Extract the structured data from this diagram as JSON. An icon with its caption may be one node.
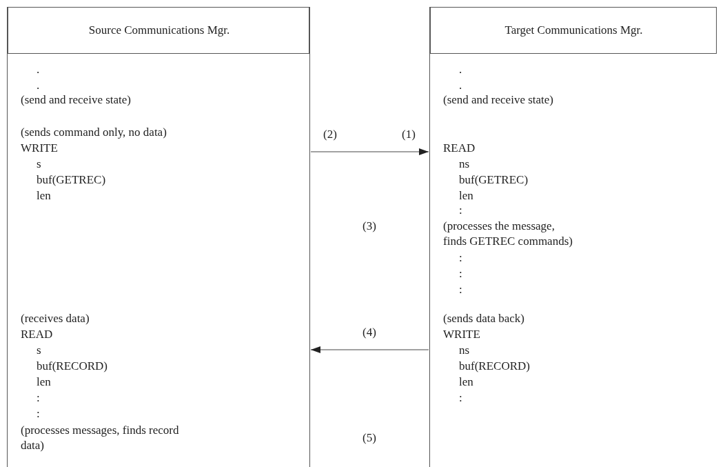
{
  "diagram": {
    "nodes": [
      {
        "text": [
          "Source Communications Mgr.",
          ".",
          ".",
          "(send and receive state)",
          "(sends command only, no data)",
          "WRITE",
          "s",
          "buf(GETREC)",
          "len",
          "(receives data)",
          "READ",
          "s",
          "buf(RECORD)",
          "len",
          ":",
          ":",
          "(processes messages, finds record data)"
        ]
      },
      {
        "text": [
          "Target Communications Mgr.",
          ".",
          ".",
          "(send and receive state)",
          "READ",
          "ns",
          "buf(GETREC)",
          "len",
          ":",
          "(processes the message, finds GETREC commands)",
          ":",
          ":",
          ":",
          "(sends data back)",
          "WRITE",
          "ns",
          "buf(RECORD)",
          "len",
          ":"
        ]
      }
    ],
    "edges": [
      {
        "from": 0,
        "to": 1,
        "arrow": "to"
      },
      {
        "from": 1,
        "to": 0,
        "arrow": "to"
      }
    ],
    "labels": [
      "(2)",
      "(1)",
      "(3)",
      "(4)",
      "(5)"
    ]
  }
}
